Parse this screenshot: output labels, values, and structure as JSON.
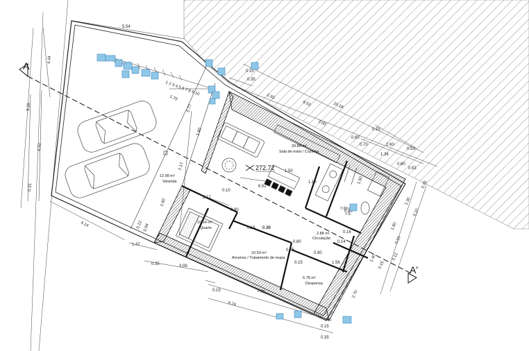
{
  "plan": {
    "elevation_mark": "272.72",
    "section": {
      "left": "A",
      "right": "A'"
    },
    "rooms": {
      "varanda": {
        "area": "12.98 m²",
        "name": "Varanda"
      },
      "sala": {
        "area": "29.89 m²",
        "name": "Sala de estar / Cozinha"
      },
      "quarto": {
        "area": "10.14 m²",
        "name": "Quarto"
      },
      "is": {
        "area": "7.69 m²",
        "name": "I.S."
      },
      "circulacao": {
        "area": "2.88 m²",
        "name": "Circulação"
      },
      "arrumos": {
        "area": "10.03 m²",
        "name": "Arrumos / Tratamento de roupa"
      },
      "despensa": {
        "area": "6.78 m²",
        "name": "Despensa"
      }
    },
    "dimensions": {
      "top": [
        "5.54"
      ],
      "left": [
        "4.44",
        "9.26",
        "4.50",
        "0.31"
      ],
      "bottom": [
        "4.14",
        "1.47",
        "0.35",
        "3.08",
        "0.15",
        "3.31",
        "9.74",
        "0.15",
        "0.35"
      ],
      "upper_right": [
        "0.15",
        "0.35",
        "2.93",
        "6.53",
        "10.18",
        "3.00",
        "0.60",
        "0.15",
        "0.70",
        "2.60",
        "0.53",
        "1.36",
        "0.60",
        "0.53"
      ],
      "right": [
        "0.35",
        "1.30",
        "0.10",
        "1.60",
        "0.15",
        "0.12",
        "1.40",
        "0.15",
        "2.70"
      ],
      "interior": [
        "1.79",
        "0.77",
        "1.80",
        "2.17",
        "1.60",
        "1.50",
        "1.10",
        "1.50",
        "6.52",
        "2.12",
        "0.80",
        "0.10",
        "0.30",
        "0.12",
        "0.94",
        "0.15",
        "0.35",
        "0.80",
        "0.16",
        "0.80",
        "0.15",
        "1.56",
        "0.75",
        "0.80",
        "0.14"
      ]
    },
    "stair_steps": [
      "1",
      "2",
      "3",
      "4",
      "5",
      "6",
      "7",
      "8",
      "9",
      "10"
    ]
  }
}
